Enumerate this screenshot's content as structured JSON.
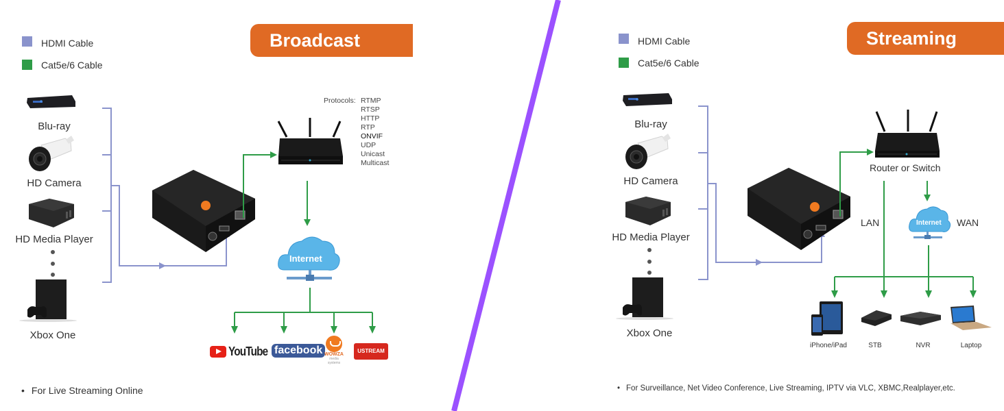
{
  "colors": {
    "hdmi": "#8a93cc",
    "cat": "#2e9c47",
    "banner": "#e06a24",
    "divider": "#9b51ff"
  },
  "broadcast": {
    "title": "Broadcast",
    "legend": [
      {
        "label": "HDMI Cable",
        "color": "#8a93cc"
      },
      {
        "label": "Cat5e/6 Cable",
        "color": "#2e9c47"
      }
    ],
    "sources": [
      "Blu-ray",
      "HD Camera",
      "HD Media Player",
      "Xbox One"
    ],
    "protocols_label": "Protocols:",
    "protocols": [
      "RTMP",
      "RTSP",
      "HTTP",
      "RTP",
      "ONVIF",
      "UDP",
      "Unicast",
      "Multicast"
    ],
    "cloud_label": "Internet",
    "platforms": [
      "YouTube",
      "facebook",
      "WOWZA",
      "USTREAM"
    ],
    "wowza_sub": "media systems",
    "note": "For Live Streaming Online"
  },
  "streaming": {
    "title": "Streaming",
    "legend": [
      {
        "label": "HDMI Cable",
        "color": "#8a93cc"
      },
      {
        "label": "Cat5e/6 Cable",
        "color": "#2e9c47"
      }
    ],
    "sources": [
      "Blu-ray",
      "HD Camera",
      "HD Media Player",
      "Xbox One"
    ],
    "router_label": "Router or Switch",
    "lan_label": "LAN",
    "wan_label": "WAN",
    "cloud_label": "Internet",
    "clients": [
      "iPhone/iPad",
      "STB",
      "NVR",
      "Laptop"
    ],
    "note": "For Surveillance, Net Video Conference, Live Streaming, IPTV via VLC, XBMC,Realplayer,etc."
  }
}
